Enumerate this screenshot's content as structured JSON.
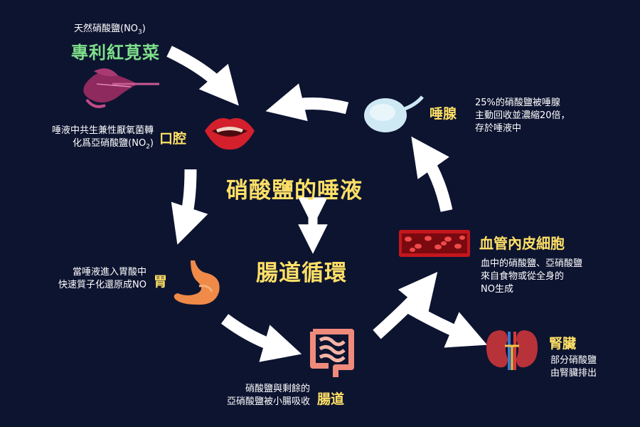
{
  "center": {
    "title_top": "硝酸鹽的唾液",
    "title_bottom": "腸道循環"
  },
  "spinach": {
    "caption_prefix": "天然硝酸鹽(NO",
    "caption_sub": "3",
    "caption_suffix": ")",
    "name": "專利紅莧菜"
  },
  "mouth": {
    "label": "口腔",
    "note_line1": "唾液中共生兼性厭氧菌轉",
    "note_line2_prefix": "化爲亞硝酸鹽(NO",
    "note_line2_sub": "2",
    "note_line2_suffix": ")"
  },
  "salivary": {
    "label": "唾腺",
    "note_line1": "25%的硝酸鹽被唾腺",
    "note_line2": "主動回收並濃縮20倍，",
    "note_line3": "存於唾液中"
  },
  "stomach": {
    "label": "胃",
    "note_line1": "當唾液進入胃酸中",
    "note_line2": "快速質子化還原成NO"
  },
  "vessel": {
    "label": "血管內皮細胞",
    "note_line1": "血中的硝酸鹽、亞硝酸鹽",
    "note_line2": "來自食物或從全身的",
    "note_line3": "NO生成"
  },
  "intestine": {
    "label": "腸道",
    "note_line1": "硝酸鹽與剩餘的",
    "note_line2": "亞硝酸鹽被小腸吸收"
  },
  "kidney": {
    "label": "腎臟",
    "note_line1": "部分硝酸鹽",
    "note_line2": "由腎臟排出"
  },
  "colors": {
    "background": "#0d1430",
    "label_yellow": "#ffe066",
    "title_green": "#7ee08a",
    "arrow": "#ffffff"
  }
}
